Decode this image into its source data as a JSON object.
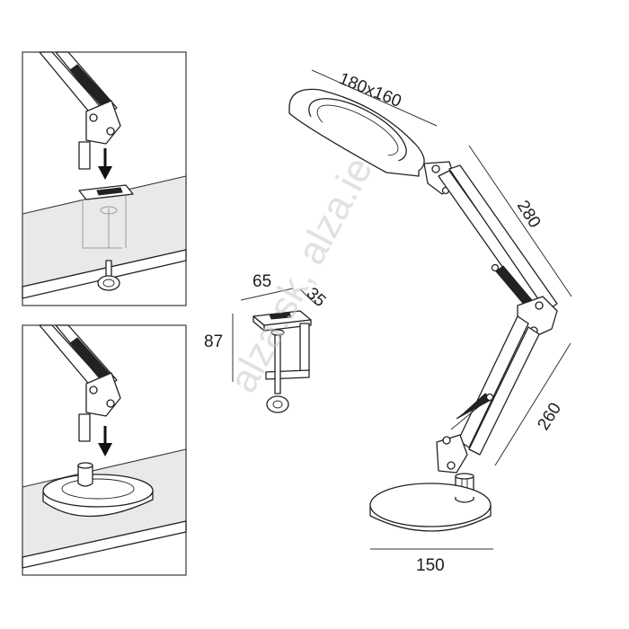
{
  "dimensions": {
    "head_size": "180x160",
    "upper_arm": "280",
    "lower_arm": "260",
    "base_diameter": "150",
    "clamp_width": "65",
    "clamp_depth": "35",
    "clamp_height": "87"
  },
  "watermark": "alza.sk, alza.ie",
  "colors": {
    "line": "#222222",
    "surface": "#e9e9e9",
    "background": "#ffffff"
  }
}
